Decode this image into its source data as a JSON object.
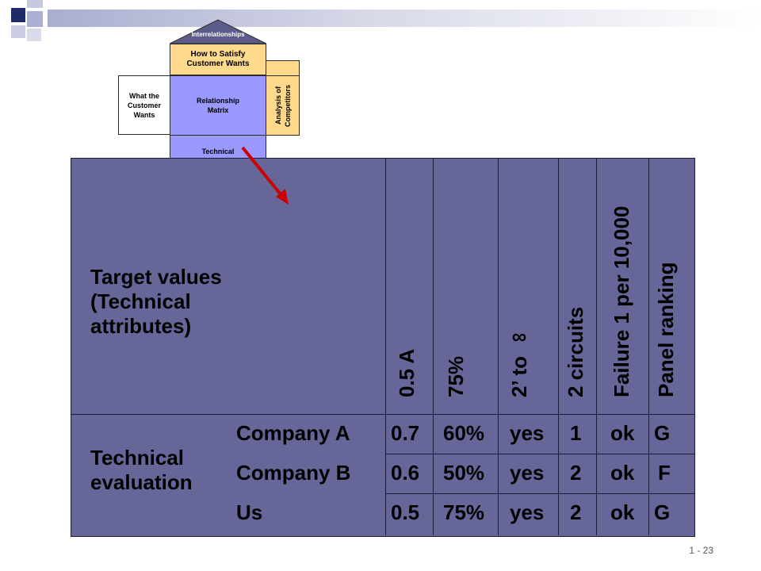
{
  "diagram": {
    "interrelationships": "Interrelationships",
    "how_to_satisfy": "How to Satisfy Customer Wants",
    "what_customer_wants": "What the Customer Wants",
    "relationship_matrix": "Relationship Matrix",
    "analysis_of_competitors": "Analysis of Competitors",
    "technical_attributes": "Technical"
  },
  "target": {
    "label": "Target values (Technical attributes)",
    "values": [
      "0.5 A",
      "75%",
      "2’ to ∞",
      "2 circuits",
      "Failure 1 per 10,000",
      "Panel ranking"
    ]
  },
  "evaluation": {
    "label": "Technical evaluation",
    "rows": [
      {
        "name": "Company A",
        "values": [
          "0.7",
          "60%",
          "yes",
          "1",
          "ok",
          "G"
        ]
      },
      {
        "name": "Company B",
        "values": [
          "0.6",
          "50%",
          "yes",
          "2",
          "ok",
          "F"
        ]
      },
      {
        "name": "Us",
        "values": [
          "0.5",
          "75%",
          "yes",
          "2",
          "ok",
          "G"
        ]
      }
    ]
  },
  "footer": {
    "page": "1 - 23"
  },
  "colors": {
    "table_fill": "#666699",
    "hq_yellow": "#ffd98c",
    "hq_blue": "#9999ff",
    "arrow": "#cc0000"
  }
}
